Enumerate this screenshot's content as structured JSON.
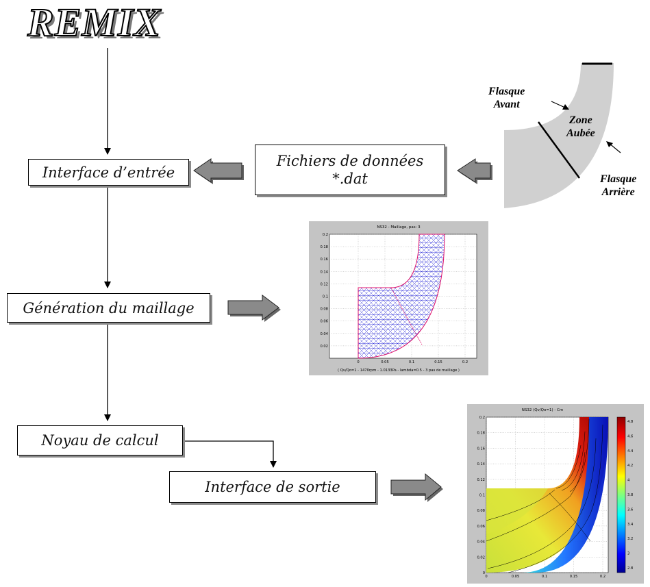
{
  "title": "REMIX",
  "boxes": {
    "input_interface": "Interface d’entrée",
    "data_files_line1": "Fichiers  de données",
    "data_files_line2": "*.dat",
    "mesh_generation": "Génération du maillage",
    "core": "Noyau de calcul",
    "output_interface": "Interface de sortie"
  },
  "impeller_labels": {
    "front_flange_line1": "Flasque",
    "front_flange_line2": "Avant",
    "bladed_zone_line1": "Zone",
    "bladed_zone_line2": "Aubée",
    "rear_flange_line1": "Flasque",
    "rear_flange_line2": "Arrière"
  },
  "mesh_plot": {
    "title": "NS32 - Maillage, pas: 3",
    "caption": "( Qv/Qo=1 - 1470rpm - 1.0133Pa - lambda=0.5 - 3 pas de maillage )",
    "y_ticks": [
      "0.2",
      "0.18",
      "0.16",
      "0.14",
      "0.12",
      "0.1",
      "0.08",
      "0.06",
      "0.04",
      "0.02"
    ],
    "x_ticks": [
      "0",
      "0.05",
      "0.1",
      "0.15",
      "0.2"
    ]
  },
  "result_plot": {
    "title": "NS32 (Qv/Qo=1) - Cm",
    "y_ticks": [
      "0.2",
      "0.18",
      "0.16",
      "0.14",
      "0.12",
      "0.1",
      "0.08",
      "0.06",
      "0.04",
      "0.02",
      "0"
    ],
    "x_ticks": [
      "0",
      "0.05",
      "0.1",
      "0.15",
      "0.2"
    ],
    "colorbar_ticks": [
      "4.8",
      "4.6",
      "4.4",
      "4.2",
      "4",
      "3.8",
      "3.6",
      "3.4",
      "3.2",
      "3",
      "2.8"
    ]
  },
  "colors": {
    "arrow_fill": "#888888",
    "mesh": "#2a2ad8",
    "mesh_boundary": "#e0106a",
    "impeller": "#d0d0d0",
    "plot_frame": "#c4c4c4"
  }
}
